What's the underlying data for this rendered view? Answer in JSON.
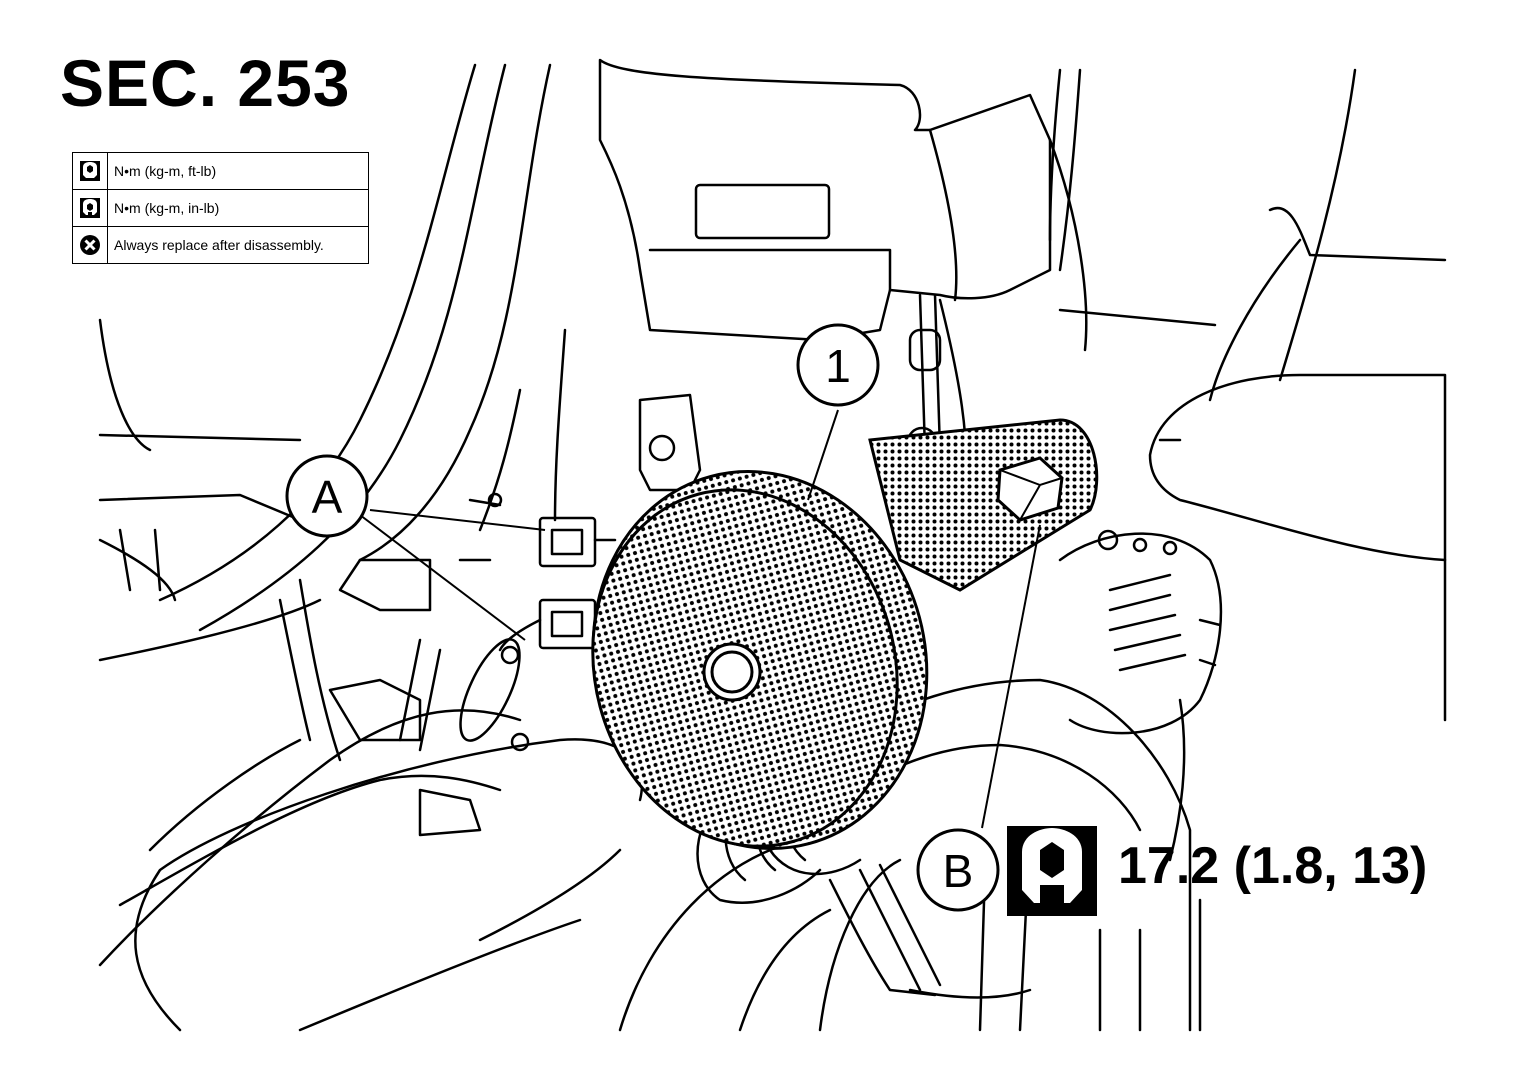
{
  "section": "SEC. 253",
  "legend": [
    {
      "icon": "wrench-torque-icon",
      "text": "N•m (kg-m, ft-lb)"
    },
    {
      "icon": "wrench-torque-small-icon",
      "text": "N•m (kg-m, in-lb)"
    },
    {
      "icon": "replace-x-icon",
      "text": "Always replace after disassembly."
    }
  ],
  "callouts": {
    "part_1": "1",
    "point_a": "A",
    "point_b": "B"
  },
  "torque": {
    "icon": "wrench-torque-icon",
    "value": "17.2 (1.8, 13)"
  },
  "colors": {
    "line": "#000000",
    "background": "#ffffff"
  }
}
